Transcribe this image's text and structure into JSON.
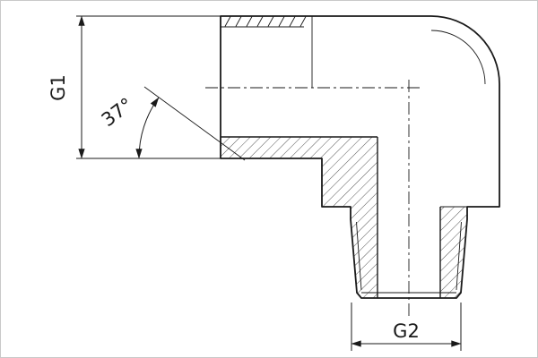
{
  "drawing": {
    "description": "Sectioned technical drawing of a 90-degree male elbow fitting",
    "labels": {
      "g1": "G1",
      "g2": "G2",
      "angle": "37°"
    },
    "colors": {
      "line": "#1a1a1a",
      "background": "#ffffff",
      "border": "#c9c9c9"
    }
  }
}
